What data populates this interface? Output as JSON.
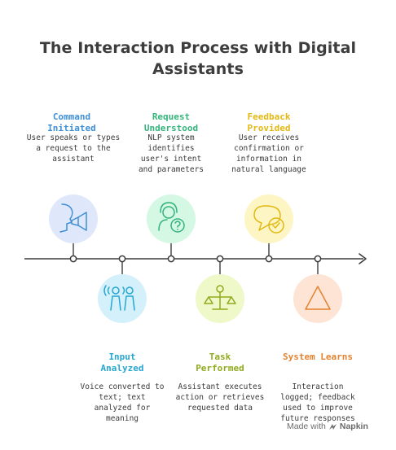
{
  "title": "The Interaction Process with Digital Assistants",
  "colors": {
    "blue": "#3f8fd6",
    "green": "#34b37b",
    "yellow": "#e3b812",
    "cyan": "#27a6d1",
    "olive": "#8faa1c",
    "orange": "#e5822f"
  },
  "steps": [
    {
      "id": "command-initiated",
      "title": "Command Initiated",
      "description": "User speaks or types a request to the assistant",
      "icon": "user-megaphone-icon",
      "position": "top",
      "color": "blue",
      "fill": "#dfe8fb"
    },
    {
      "id": "input-analyzed",
      "title": "Input Analyzed",
      "description": "Voice converted to text; text analyzed for meaning",
      "icon": "voice-people-icon",
      "position": "bottom",
      "color": "cyan",
      "fill": "#d4f1fb"
    },
    {
      "id": "request-understood",
      "title": "Request Understood",
      "description": "NLP system identifies user's intent and parameters",
      "icon": "headset-question-icon",
      "position": "top",
      "color": "green",
      "fill": "#d4f8e4"
    },
    {
      "id": "task-performed",
      "title": "Task Performed",
      "description": "Assistant executes action or retrieves requested data",
      "icon": "scales-icon",
      "position": "bottom",
      "color": "olive",
      "fill": "#eef8c9"
    },
    {
      "id": "feedback-provided",
      "title": "Feedback Provided",
      "description": "User receives confirmation or information in natural language",
      "icon": "speech-check-icon",
      "position": "top",
      "color": "yellow",
      "fill": "#fdf6c4"
    },
    {
      "id": "system-learns",
      "title": "System Learns",
      "description": "Interaction logged; feedback used to improve future responses",
      "icon": "triangle-icon",
      "position": "bottom",
      "color": "orange",
      "fill": "#fde4d4"
    }
  ],
  "watermark": {
    "prefix": "Made with",
    "brand": "Napkin"
  }
}
